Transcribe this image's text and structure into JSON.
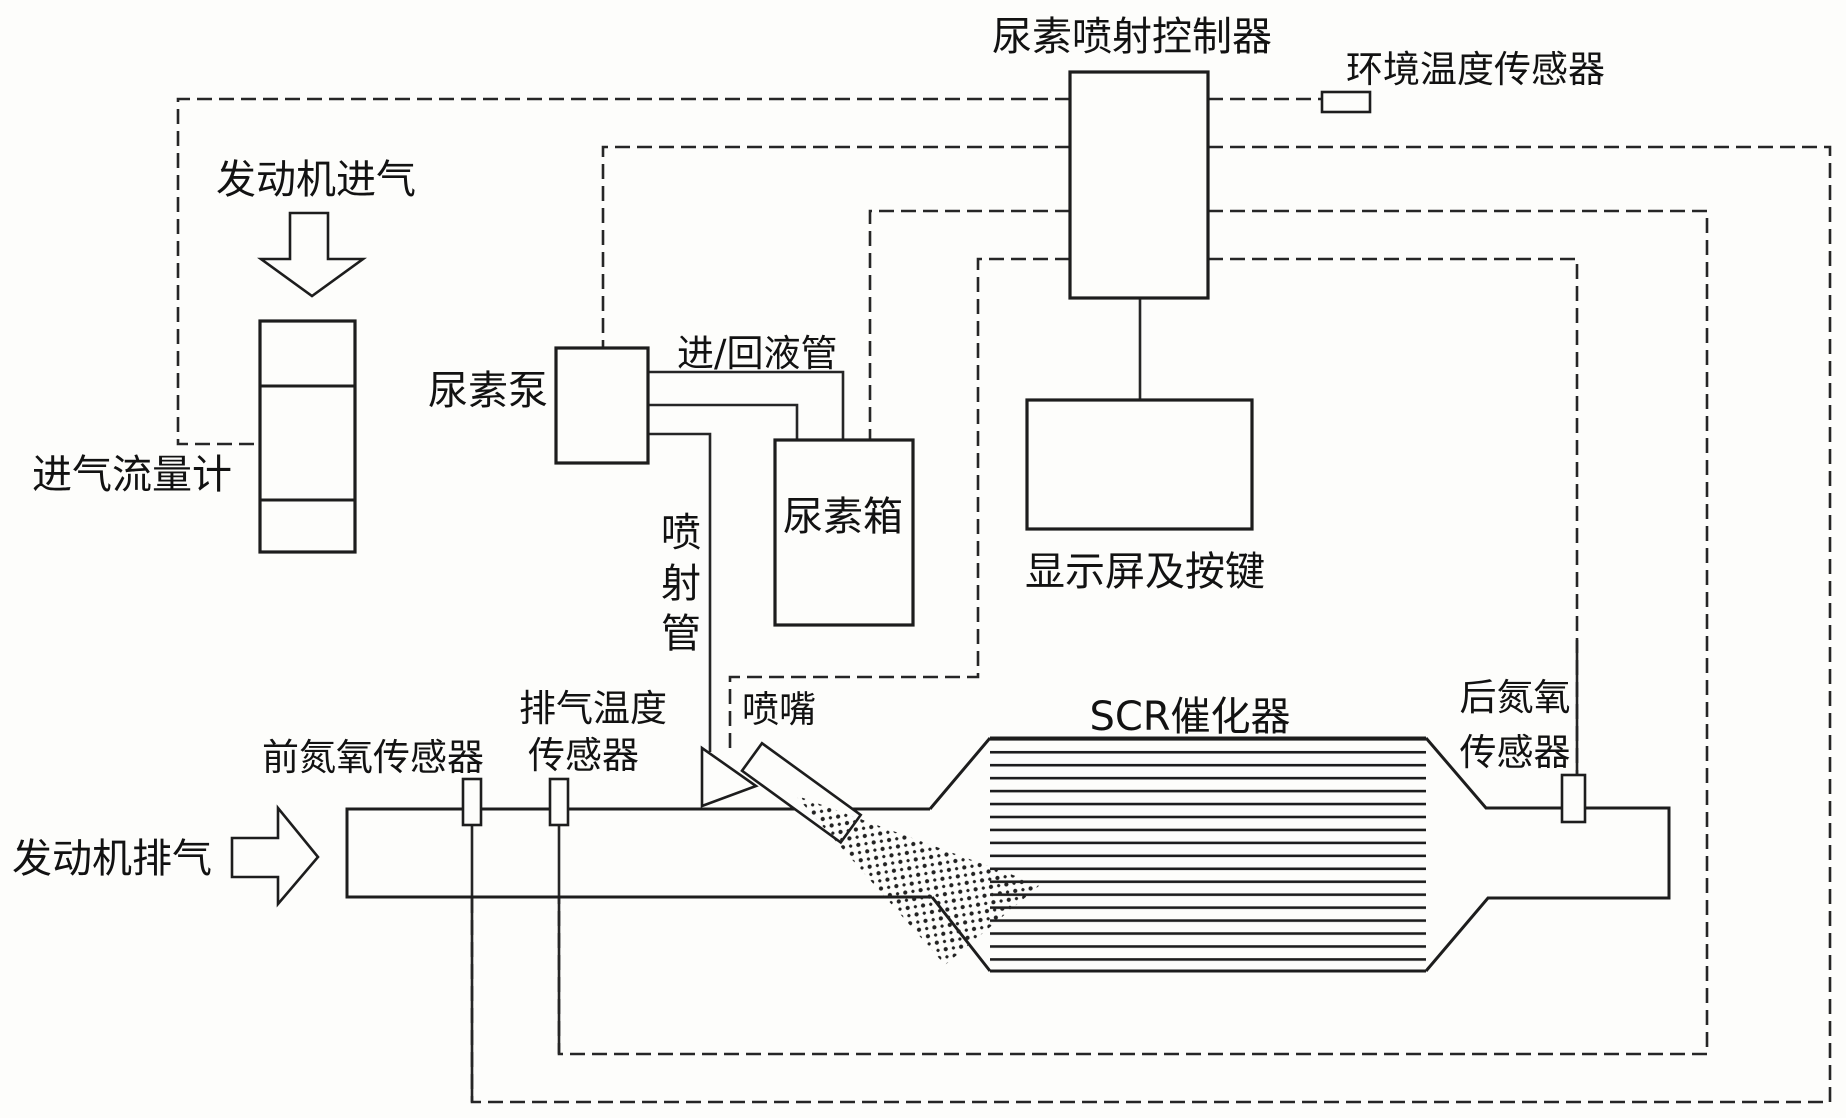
{
  "diagram": {
    "type": "schematic",
    "subject": "SCR urea injection exhaust after-treatment system",
    "labels": {
      "controller": "尿素喷射控制器",
      "ambient_temp_sensor": "环境温度传感器",
      "engine_intake": "发动机进气",
      "intake_flow_meter": "进气流量计",
      "urea_pump": "尿素泵",
      "inlet_return_pipe": "进/回液管",
      "urea_tank": "尿素箱",
      "display_and_keys": "显示屏及按键",
      "injection_pipe_chars": [
        "喷",
        "射",
        "管"
      ],
      "nozzle": "喷嘴",
      "scr_catalyst": "SCR催化器",
      "rear_nox_sensor_line1": "后氮氧",
      "rear_nox_sensor_line2": "传感器",
      "front_nox_sensor": "前氮氧传感器",
      "exhaust_temp_sensor_line1": "排气温度",
      "exhaust_temp_sensor_line2": "传感器",
      "engine_exhaust": "发动机排气"
    },
    "colors": {
      "background": "#fdfdfb",
      "line": "#1d1d1d",
      "wire": "#262626",
      "text": "#121212"
    }
  }
}
